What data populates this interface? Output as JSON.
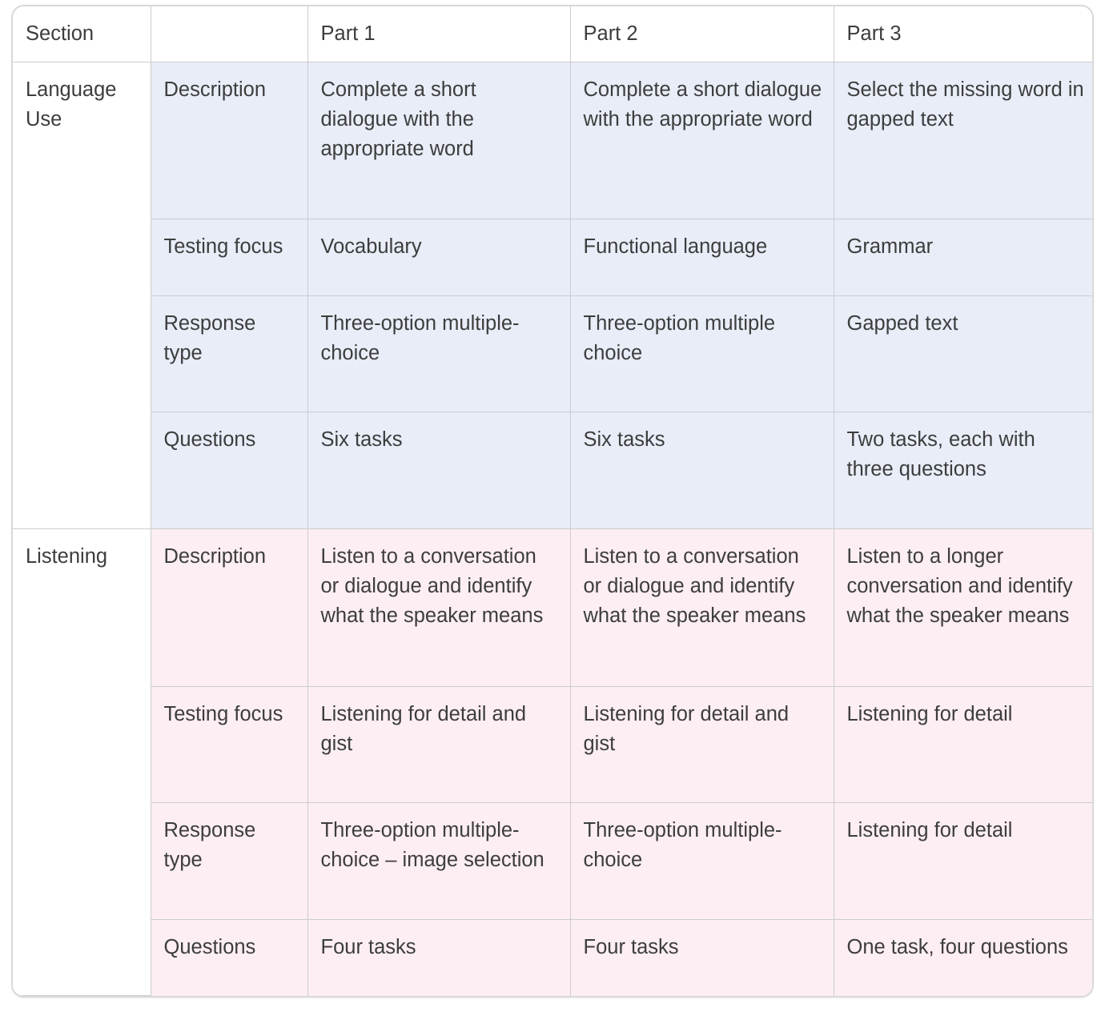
{
  "table": {
    "columns": [
      "Section",
      "",
      "Part 1",
      "Part 2",
      "Part 3"
    ],
    "header": {
      "section": "Section",
      "aspect": "",
      "part1": "Part 1",
      "part2": "Part 2",
      "part3": "Part 3"
    },
    "colors": {
      "language_use_band": "#e8edf8",
      "listening_band": "#fceef3",
      "border": "#cccccc",
      "outer_border": "#d9d9d9",
      "text": "#3d3d3d",
      "background": "#ffffff"
    },
    "sections": [
      {
        "name": "Language Use",
        "rows": [
          {
            "aspect": "Description",
            "part1": "Complete a short dialogue with the appropriate word",
            "part2": "Complete a short dialogue with the appropriate word",
            "part3": "Select the missing word in gapped text"
          },
          {
            "aspect": "Testing focus",
            "part1": "Vocabulary",
            "part2": "Functional language",
            "part3": "Grammar"
          },
          {
            "aspect": "Response type",
            "part1": "Three-option multiple-choice",
            "part2": "Three-option multiple choice",
            "part3": "Gapped text"
          },
          {
            "aspect": "Questions",
            "part1": "Six tasks",
            "part2": "Six tasks",
            "part3": "Two tasks, each with three questions"
          }
        ]
      },
      {
        "name": "Listening",
        "rows": [
          {
            "aspect": "Description",
            "part1": "Listen to a conversation or dialogue and identify what the speaker means",
            "part2": "Listen to a conversation or dialogue and identify what the speaker means",
            "part3": "Listen to a longer conversation and identify what the speaker means"
          },
          {
            "aspect": "Testing focus",
            "part1": "Listening for detail and gist",
            "part2": "Listening for detail and gist",
            "part3": "Listening for detail"
          },
          {
            "aspect": "Response type",
            "part1": "Three-option multiple-choice – image selection",
            "part2": "Three-option multiple-choice",
            "part3": "Listening for detail"
          },
          {
            "aspect": "Questions",
            "part1": "Four tasks",
            "part2": "Four tasks",
            "part3": "One task, four questions"
          }
        ]
      }
    ]
  }
}
